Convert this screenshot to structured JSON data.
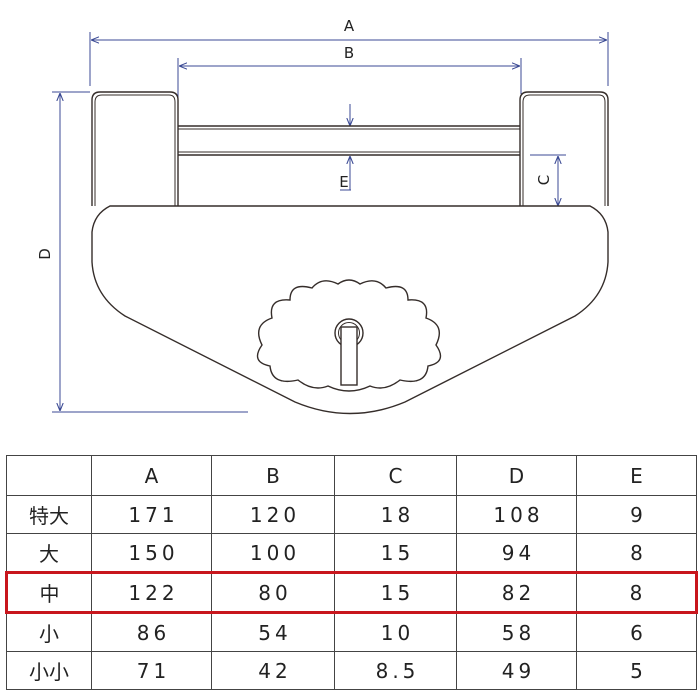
{
  "diagram": {
    "labels": {
      "a": "A",
      "b": "B",
      "c": "C",
      "d": "D",
      "e": "E"
    },
    "dimension_line_color": "#3b4a94",
    "outline_color": "#352d2a"
  },
  "table": {
    "header": [
      "",
      "A",
      "B",
      "C",
      "D",
      "E"
    ],
    "rows": [
      {
        "size": "特大",
        "values": [
          "171",
          "120",
          "18",
          "108",
          "9"
        ]
      },
      {
        "size": "大",
        "values": [
          "150",
          "100",
          "15",
          "94",
          "8"
        ]
      },
      {
        "size": "中",
        "values": [
          "122",
          "80",
          "15",
          "82",
          "8"
        ],
        "highlighted": true
      },
      {
        "size": "小",
        "values": [
          "86",
          "54",
          "10",
          "58",
          "6"
        ]
      },
      {
        "size": "小小",
        "values": [
          "71",
          "42",
          "8.5",
          "49",
          "5"
        ]
      }
    ],
    "highlight_color": "#c8161d"
  }
}
